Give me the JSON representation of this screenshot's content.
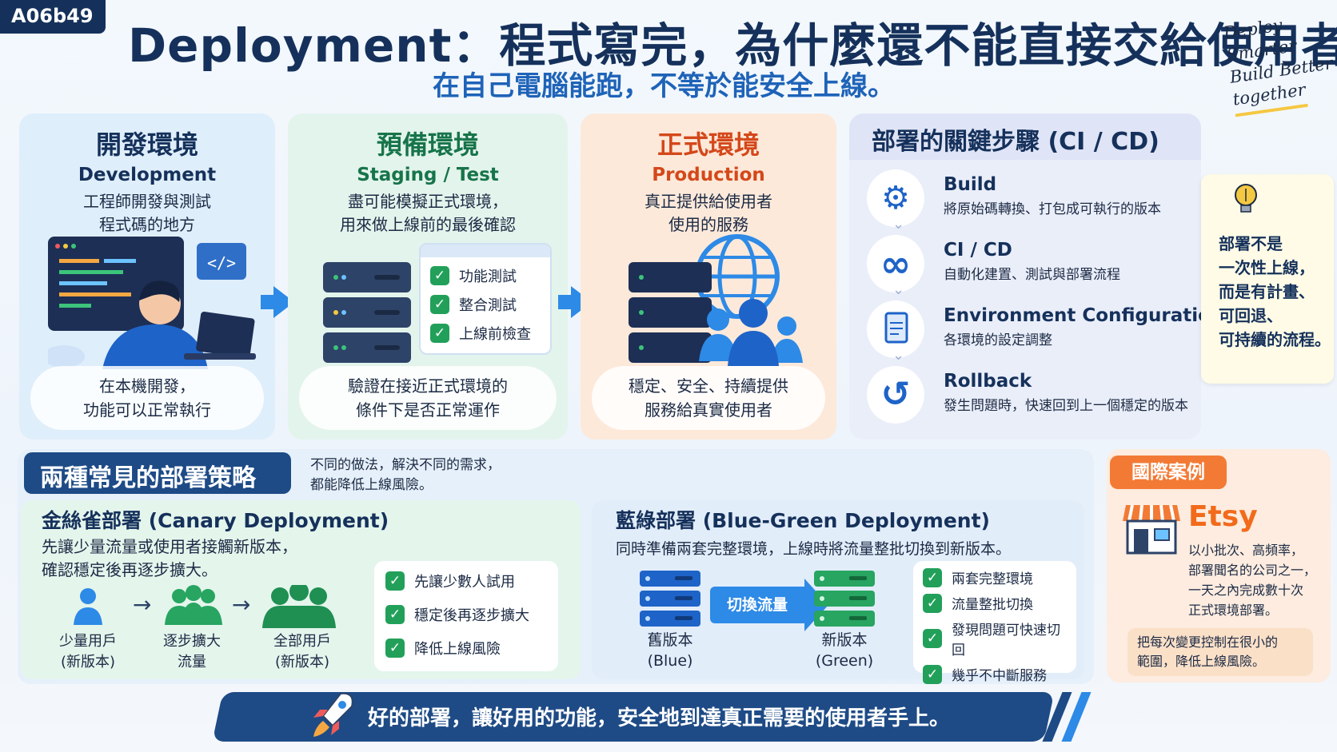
{
  "header": {
    "tag": "A06b49",
    "title": "Deployment：程式寫完，為什麼還不能直接交給使用者？",
    "subtitle": "在自己電腦能跑，不等於能安全上線。",
    "handwriting": [
      "Deploy",
      "Smarter",
      "Build Better",
      "together"
    ]
  },
  "environments": [
    {
      "title": "開發環境",
      "en": "Development",
      "desc": [
        "工程師開發與測試",
        "程式碼的地方"
      ],
      "foot": [
        "在本機開發，",
        "功能可以正常執行"
      ]
    },
    {
      "title": "預備環境",
      "en": "Staging / Test",
      "desc": [
        "盡可能模擬正式環境，",
        "用來做上線前的最後確認"
      ],
      "foot": [
        "驗證在接近正式環境的",
        "條件下是否正常運作"
      ],
      "checks": [
        "功能測試",
        "整合測試",
        "上線前檢查"
      ]
    },
    {
      "title": "正式環境",
      "en": "Production",
      "desc": [
        "真正提供給使用者",
        "使用的服務"
      ],
      "foot": [
        "穩定、安全、持續提供",
        "服務給真實使用者"
      ]
    }
  ],
  "cicd": {
    "title": "部署的關鍵步驟 (CI / CD)",
    "steps": [
      {
        "name": "Build",
        "desc": "將原始碼轉換、打包成可執行的版本",
        "icon": "gear-icon"
      },
      {
        "name": "CI / CD",
        "desc": "自動化建置、測試與部署流程",
        "icon": "infinity-icon"
      },
      {
        "name": "Environment Configuration",
        "desc": "各環境的設定調整",
        "icon": "document-icon"
      },
      {
        "name": "Rollback",
        "desc": "發生問題時，快速回到上一個穩定的版本",
        "icon": "undo-icon"
      }
    ]
  },
  "tip": {
    "lines": [
      "部署不是",
      "一次性上線，",
      "而是有計畫、",
      "可回退、",
      "可持續的流程。"
    ]
  },
  "strategies": {
    "title": "兩種常見的部署策略",
    "note": [
      "不同的做法，解決不同的需求，",
      "都能降低上線風險。"
    ],
    "canary": {
      "title": "金絲雀部署 (Canary Deployment)",
      "desc": [
        "先讓少量流量或使用者接觸新版本，",
        "確認穩定後再逐步擴大。"
      ],
      "groups": [
        [
          "少量用戶",
          "(新版本)"
        ],
        [
          "逐步擴大",
          "流量"
        ],
        [
          "全部用戶",
          "(新版本)"
        ]
      ],
      "checks": [
        "先讓少數人試用",
        "穩定後再逐步擴大",
        "降低上線風險"
      ]
    },
    "bluegreen": {
      "title": "藍綠部署 (Blue-Green Deployment)",
      "desc": "同時準備兩套完整環境，上線時將流量整批切換到新版本。",
      "switch": "切換流量",
      "old": [
        "舊版本",
        "(Blue)"
      ],
      "new": [
        "新版本",
        "(Green)"
      ],
      "checks": [
        "兩套完整環境",
        "流量整批切換",
        "發現問題可快速切回",
        "幾乎不中斷服務"
      ]
    }
  },
  "case": {
    "tag": "國際案例",
    "name": "Etsy",
    "desc": [
      "以小批次、高頻率，",
      "部署聞名的公司之一，",
      "一天之內完成數十次",
      "正式環境部署。"
    ],
    "box": [
      "把每次變更控制在很小的",
      "範圍，降低上線風險。"
    ]
  },
  "banner": {
    "text": "好的部署，讓好用的功能，安全地到達真正需要的使用者手上。"
  },
  "colors": {
    "navy": "#15315b",
    "blue": "#2d8ae6",
    "green": "#22a05a",
    "orange": "#f26a1b"
  }
}
